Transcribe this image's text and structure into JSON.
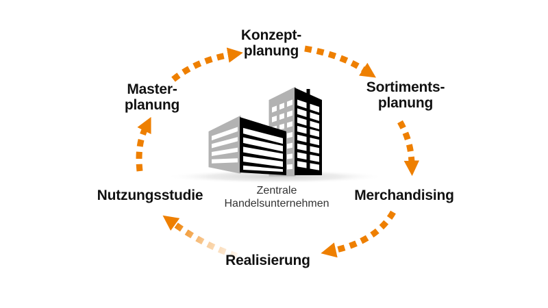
{
  "diagram": {
    "center_label": {
      "line1": "Zentrale",
      "line2": "Handelsunternehmen"
    },
    "stages": [
      {
        "id": "konzeptplanung",
        "line1": "Konzept-",
        "line2": "planung"
      },
      {
        "id": "sortimentsplanung",
        "line1": "Sortiments-",
        "line2": "planung"
      },
      {
        "id": "merchandising",
        "line1": "Merchandising"
      },
      {
        "id": "realisierung",
        "line1": "Realisierung"
      },
      {
        "id": "nutzungsstudie",
        "line1": "Nutzungsstudie"
      },
      {
        "id": "masterplanung",
        "line1": "Master-",
        "line2": "planung"
      }
    ],
    "arrows": [
      {
        "from": "masterplanung",
        "to": "konzeptplanung"
      },
      {
        "from": "konzeptplanung",
        "to": "sortimentsplanung"
      },
      {
        "from": "sortimentsplanung",
        "to": "merchandising"
      },
      {
        "from": "merchandising",
        "to": "realisierung"
      },
      {
        "from": "realisierung",
        "to": "nutzungsstudie",
        "style": "faded"
      },
      {
        "from": "nutzungsstudie",
        "to": "masterplanung"
      }
    ],
    "colors": {
      "arrow_orange": "#EE7F00",
      "label_text": "#111111",
      "caption_text": "#333333",
      "building_black": "#000000",
      "building_gray": "#B2B2B2"
    }
  }
}
